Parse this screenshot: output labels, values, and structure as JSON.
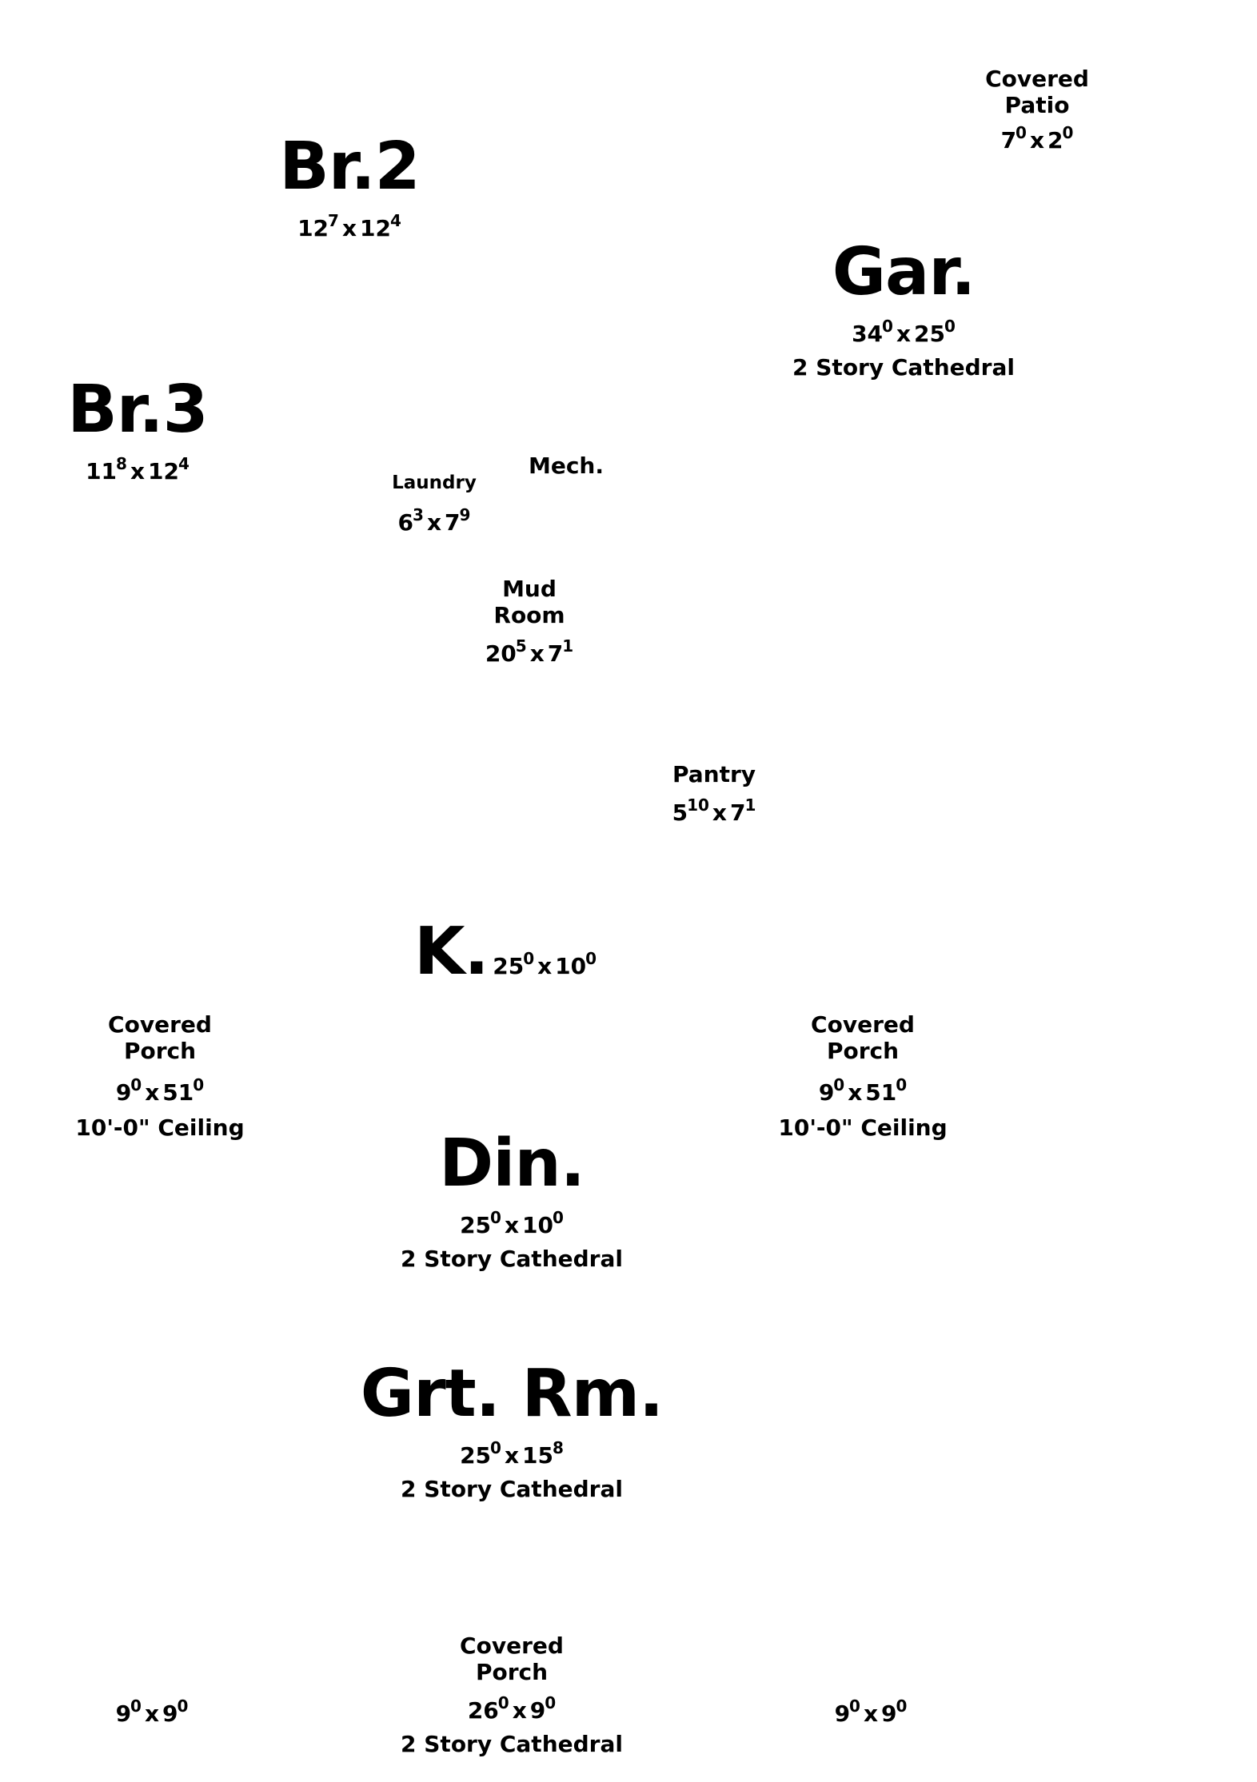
{
  "rooms": {
    "covered_patio": {
      "name": [
        "Covered",
        "Patio"
      ],
      "dims": {
        "w": "7",
        "w_sup": "0",
        "h": "2",
        "h_sup": "0"
      }
    },
    "br2": {
      "name": "Br.2",
      "dims": {
        "w": "12",
        "w_sup": "7",
        "h": "12",
        "h_sup": "4"
      }
    },
    "garage": {
      "name": "Gar.",
      "dims": {
        "w": "34",
        "w_sup": "0",
        "h": "25",
        "h_sup": "0"
      },
      "note": "2 Story Cathedral"
    },
    "br3": {
      "name": "Br.3",
      "dims": {
        "w": "11",
        "w_sup": "8",
        "h": "12",
        "h_sup": "4"
      }
    },
    "mech": {
      "name": "Mech."
    },
    "laundry": {
      "name": "Laundry",
      "dims": {
        "w": "6",
        "w_sup": "3",
        "h": "7",
        "h_sup": "9"
      }
    },
    "mud_room": {
      "name": [
        "Mud",
        "Room"
      ],
      "dims": {
        "w": "20",
        "w_sup": "5",
        "h": "7",
        "h_sup": "1"
      }
    },
    "pantry": {
      "name": "Pantry",
      "dims": {
        "w": "5",
        "w_sup": "10",
        "h": "7",
        "h_sup": "1"
      }
    },
    "kitchen": {
      "name": "K.",
      "dims": {
        "w": "25",
        "w_sup": "0",
        "h": "10",
        "h_sup": "0"
      }
    },
    "porch_left": {
      "name": [
        "Covered",
        "Porch"
      ],
      "dims": {
        "w": "9",
        "w_sup": "0",
        "h": "51",
        "h_sup": "0"
      },
      "note": "10'-0\" Ceiling"
    },
    "porch_right": {
      "name": [
        "Covered",
        "Porch"
      ],
      "dims": {
        "w": "9",
        "w_sup": "0",
        "h": "51",
        "h_sup": "0"
      },
      "note": "10'-0\" Ceiling"
    },
    "dining": {
      "name": "Din.",
      "dims": {
        "w": "25",
        "w_sup": "0",
        "h": "10",
        "h_sup": "0"
      },
      "note": "2 Story Cathedral"
    },
    "great_room": {
      "name": "Grt. Rm.",
      "dims": {
        "w": "25",
        "w_sup": "0",
        "h": "15",
        "h_sup": "8"
      },
      "note": "2 Story Cathedral"
    },
    "porch_bottom": {
      "name": [
        "Covered",
        "Porch"
      ],
      "dims": {
        "w": "26",
        "w_sup": "0",
        "h": "9",
        "h_sup": "0"
      },
      "note": "2 Story Cathedral"
    },
    "bottom_left": {
      "dims": {
        "w": "9",
        "w_sup": "0",
        "h": "9",
        "h_sup": "0"
      }
    },
    "bottom_right": {
      "dims": {
        "w": "9",
        "w_sup": "0",
        "h": "9",
        "h_sup": "0"
      }
    }
  }
}
